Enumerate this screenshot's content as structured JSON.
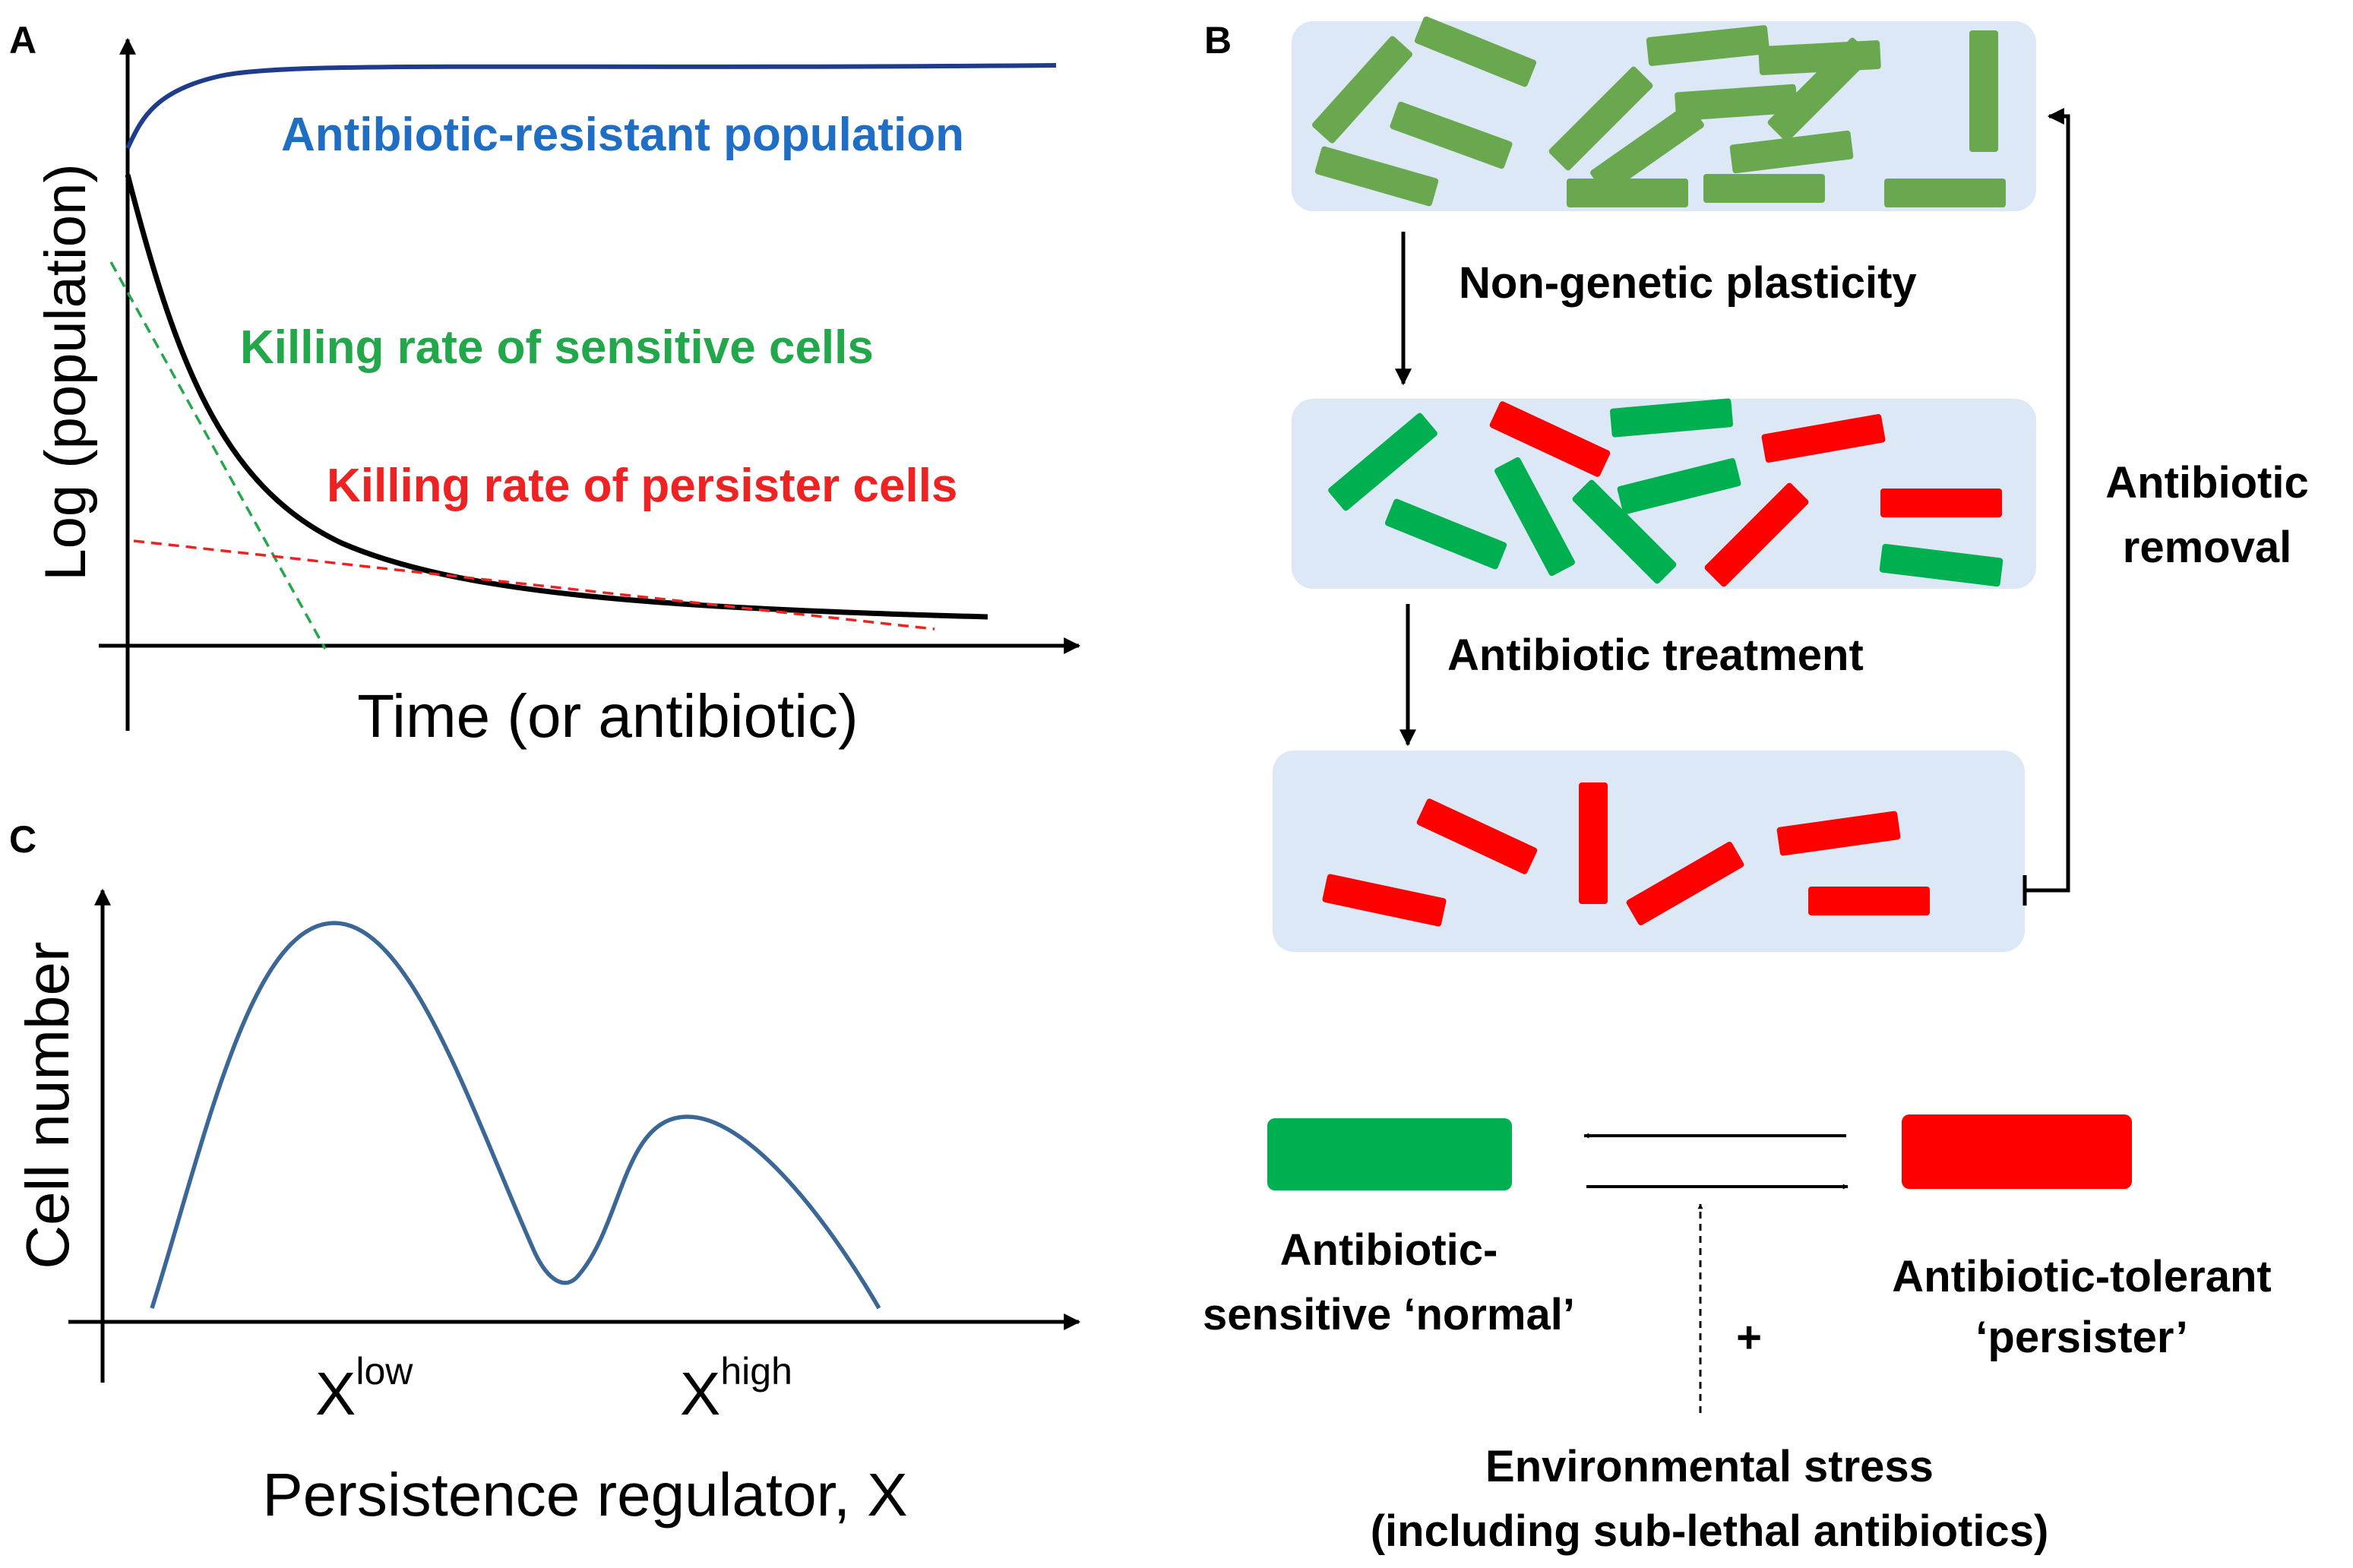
{
  "panel_a": {
    "letter": "A",
    "y_label": "Log (population)",
    "x_label": "Time (or antibiotic)",
    "curves": {
      "resistant": {
        "label": "Antibiotic-resistant population",
        "color": "#1f3c8c",
        "label_color": "#1f6ec4"
      },
      "total": {
        "color": "#000000"
      },
      "sensitive_rate": {
        "label": "Killing rate of sensitive cells",
        "color": "#22a84a"
      },
      "persister_rate": {
        "label": "Killing rate of persister cells",
        "color": "#ee2222"
      }
    }
  },
  "panel_b": {
    "letter": "B",
    "step1": "Non-genetic plasticity",
    "step2": "Antibiotic treatment",
    "removal_line1": "Antibiotic",
    "removal_line2": "removal",
    "colors": {
      "box": "#dce8f5",
      "initial": "#6aa84f",
      "normal": "#00b050",
      "persister": "#ff0000"
    }
  },
  "legend": {
    "normal_line1": "Antibiotic-",
    "normal_line2": "sensitive ‘normal’",
    "persister_line1": "Antibiotic-tolerant",
    "persister_line2": "‘persister’",
    "plus": "+",
    "stress_line1": "Environmental stress",
    "stress_line2": "(including sub-lethal antibiotics)"
  },
  "panel_c": {
    "letter": "C",
    "y_label": "Cell number",
    "x_label": "Persistence regulator, X",
    "tick_low_base": "X",
    "tick_low_sup": "low",
    "tick_high_base": "X",
    "tick_high_sup": "high",
    "curve_color": "#3a6796"
  }
}
